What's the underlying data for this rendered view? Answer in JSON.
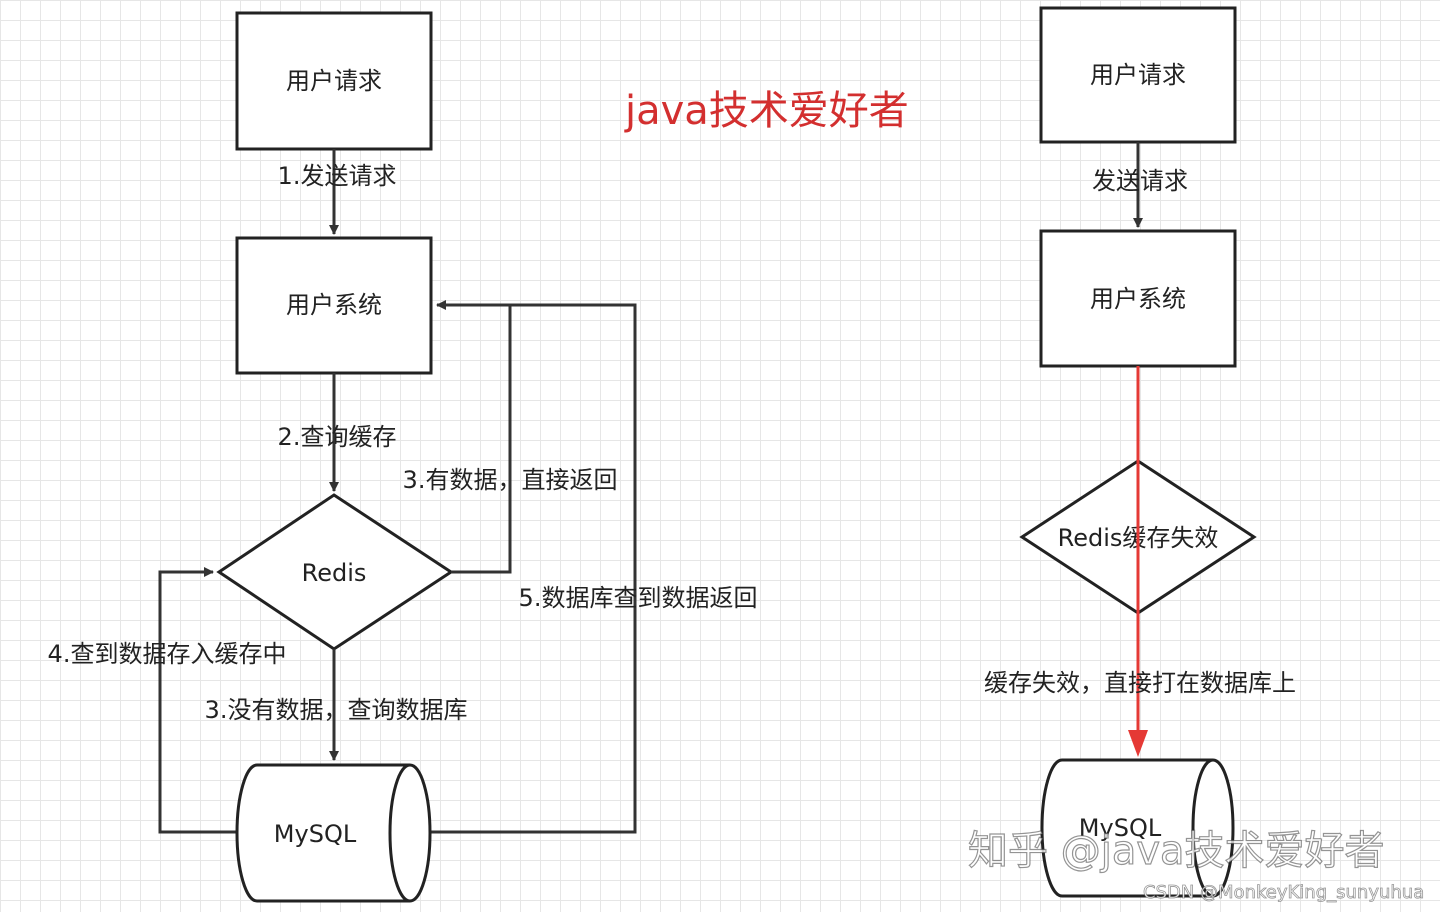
{
  "colors": {
    "stroke": "#222222",
    "accent_red": "#e53935",
    "title_red": "#d32f2f",
    "grid": "#e6e6e6"
  },
  "title": "java技术爱好者",
  "left": {
    "user_request": "用户请求",
    "step1": "1.发送请求",
    "user_system": "用户系统",
    "step2": "2.查询缓存",
    "redis": "Redis",
    "step3_hit": "3.有数据，直接返回",
    "step5": "5.数据库查到数据返回",
    "step4": "4.查到数据存入缓存中",
    "step3_miss": "3.没有数据，查询数据库",
    "mysql": "MySQL"
  },
  "right": {
    "user_request": "用户请求",
    "send_request": "发送请求",
    "user_system": "用户系统",
    "redis_invalid": "Redis缓存失效",
    "cache_invalid_note": "缓存失效，直接打在数据库上",
    "mysql": "MySQL"
  },
  "watermark": {
    "main": "知乎 @java技术爱好者",
    "sub": "CSDN @MonkeyKing_sunyuhua"
  }
}
